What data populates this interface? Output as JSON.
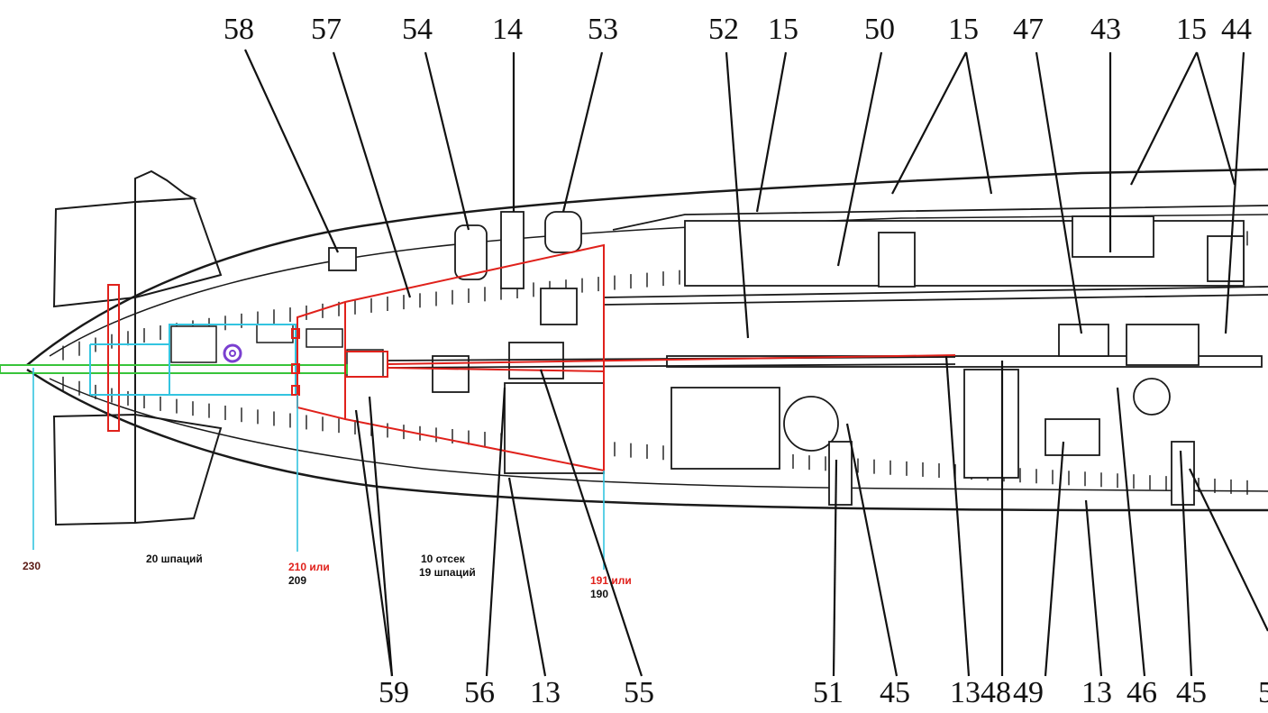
{
  "callouts": {
    "top": [
      "58",
      "57",
      "54",
      "14",
      "53",
      "52",
      "15",
      "50",
      "15",
      "47",
      "43",
      "15",
      "44"
    ],
    "bottom": [
      "59",
      "56",
      "13",
      "55",
      "51",
      "45",
      "13",
      "48",
      "49",
      "13",
      "46",
      "45",
      "5"
    ]
  },
  "frames": {
    "f230": "230",
    "span20": "20 шпаций",
    "f210_alt": "210 или",
    "f209": "209",
    "compartment": "10 отсек",
    "span19": "19 шпаций",
    "f191_alt": "191 или",
    "f190": "190"
  },
  "colors": {
    "outline": "#1a1a1a",
    "marker_red": "#e0211b",
    "marker_cyan": "#33c4e0",
    "marker_green": "#38c43a",
    "marker_purple": "#7a3fd0"
  }
}
